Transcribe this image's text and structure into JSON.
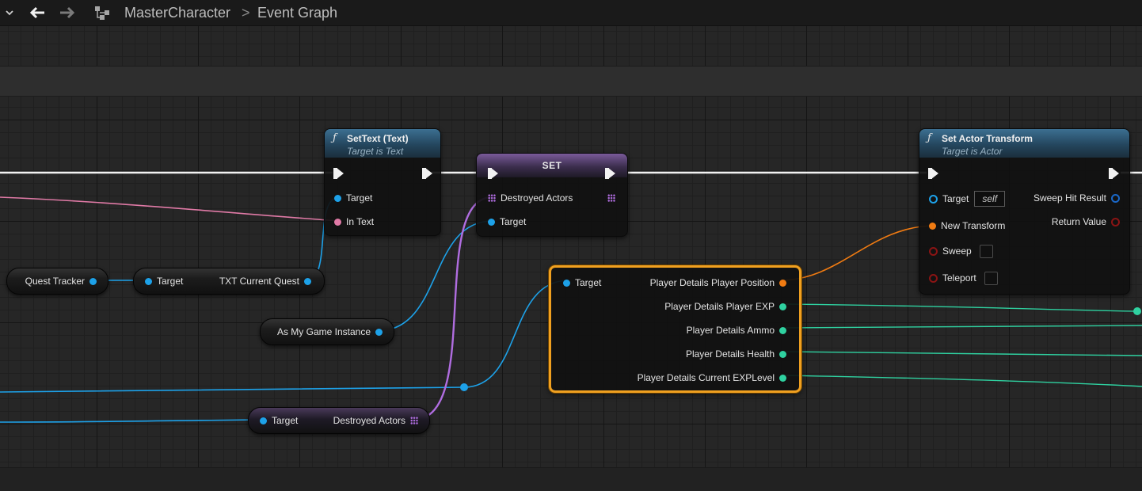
{
  "toolbar": {
    "breadcrumb_root": "MasterCharacter",
    "breadcrumb_separator": ">",
    "breadcrumb_leaf": "Event Graph",
    "icons": [
      "chevron-down-icon",
      "back-arrow-icon",
      "forward-arrow-icon",
      "graph-hierarchy-icon"
    ]
  },
  "colors": {
    "exec": "#f2f2f2",
    "object_pin": "#1da1e8",
    "text_pin": "#e07aa6",
    "array_pin": "#b06de0",
    "struct_pin": "#2fd1a0",
    "transform_pin": "#f07b12",
    "bool_pin": "#8a1414",
    "selection": "#f0a020"
  },
  "nodes": {
    "set_text": {
      "title": "SetText (Text)",
      "subtitle": "Target is Text",
      "pins": {
        "target": "Target",
        "in_text": "In Text"
      }
    },
    "set_var": {
      "title": "SET",
      "pins": {
        "destroyed_actors": "Destroyed Actors",
        "target": "Target"
      }
    },
    "set_actor_transform": {
      "title": "Set Actor Transform",
      "subtitle": "Target is Actor",
      "pins": {
        "target": "Target",
        "target_default": "self",
        "new_transform": "New Transform",
        "sweep": "Sweep",
        "teleport": "Teleport",
        "sweep_hit_result": "Sweep Hit Result",
        "return_value": "Return Value"
      }
    },
    "quest_tracker": {
      "label": "Quest Tracker"
    },
    "txt_current_quest": {
      "target": "Target",
      "label": "TXT Current Quest"
    },
    "as_game_instance": {
      "label": "As My Game Instance"
    },
    "player_details": {
      "target": "Target",
      "outputs": [
        "Player Details Player Position",
        "Player Details Player EXP",
        "Player Details Ammo",
        "Player Details Health",
        "Player Details Current EXPLevel"
      ]
    },
    "get_destroyed_actors": {
      "target": "Target",
      "label": "Destroyed Actors"
    }
  }
}
